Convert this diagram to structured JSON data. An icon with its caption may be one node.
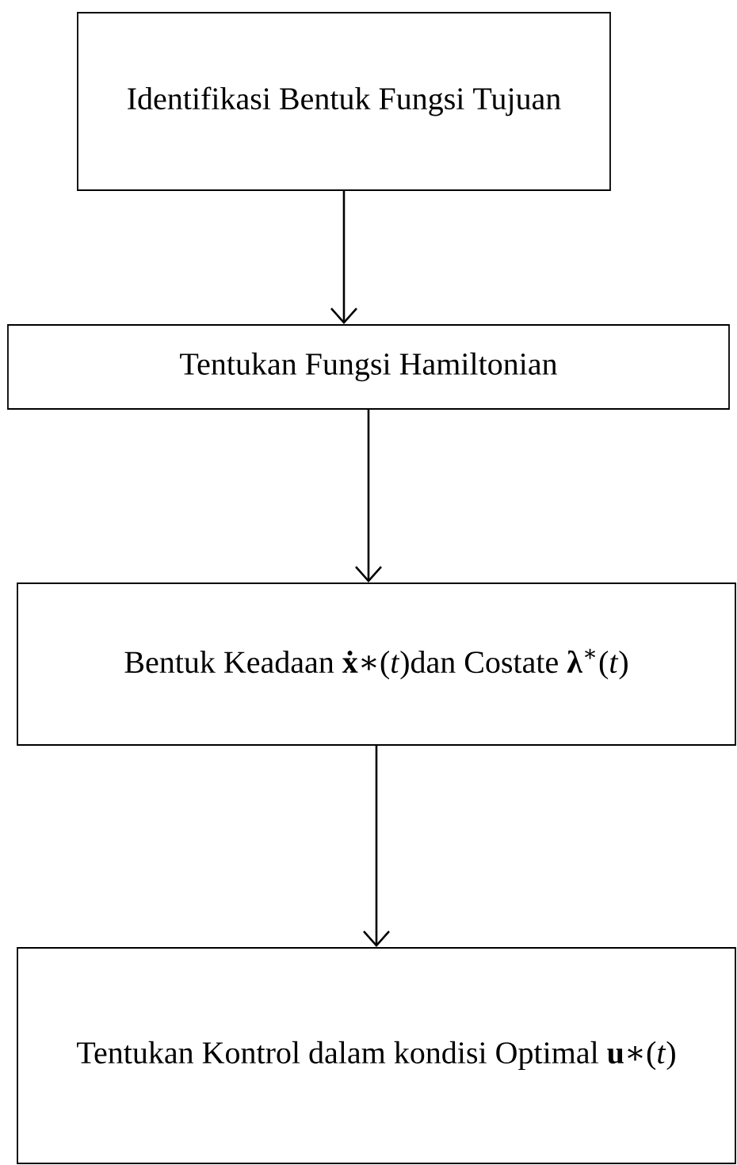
{
  "diagram": {
    "nodes": [
      {
        "text": [
          "Identifikasi Bentuk Fungsi Tujuan"
        ]
      },
      {
        "text": [
          "Tentukan  Fungsi Hamiltonian"
        ]
      },
      {
        "text": [
          "Bentuk Keadaan **ẋ**∗(*t*)dan Costate **λ**$^{∗}$(*t*)"
        ]
      },
      {
        "text": [
          "Tentukan Kontrol dalam kondisi Optimal **u**∗(*t*)"
        ]
      }
    ],
    "edges": [
      {
        "from": 0,
        "to": 1,
        "arrow": "to"
      },
      {
        "from": 1,
        "to": 2,
        "arrow": "to"
      },
      {
        "from": 2,
        "to": 3,
        "arrow": "to"
      }
    ]
  }
}
